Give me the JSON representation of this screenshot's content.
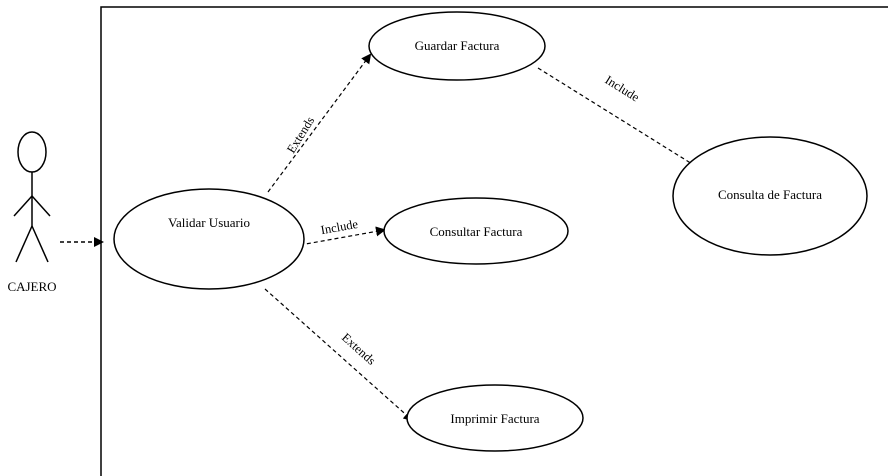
{
  "actor": {
    "name": "CAJERO"
  },
  "use_cases": {
    "validar": "Validar Usuario",
    "guardar": "Guardar Factura",
    "consultar": "Consultar Factura",
    "imprimir": "Imprimir Factura",
    "consulta_de": "Consulta de Factura"
  },
  "relations": {
    "extends_guardar": "Extends",
    "include_consultar": "Include",
    "extends_imprimir": "Extends",
    "include_consulta_de": "Include"
  },
  "colors": {
    "line": "#000000",
    "background": "#ffffff"
  }
}
